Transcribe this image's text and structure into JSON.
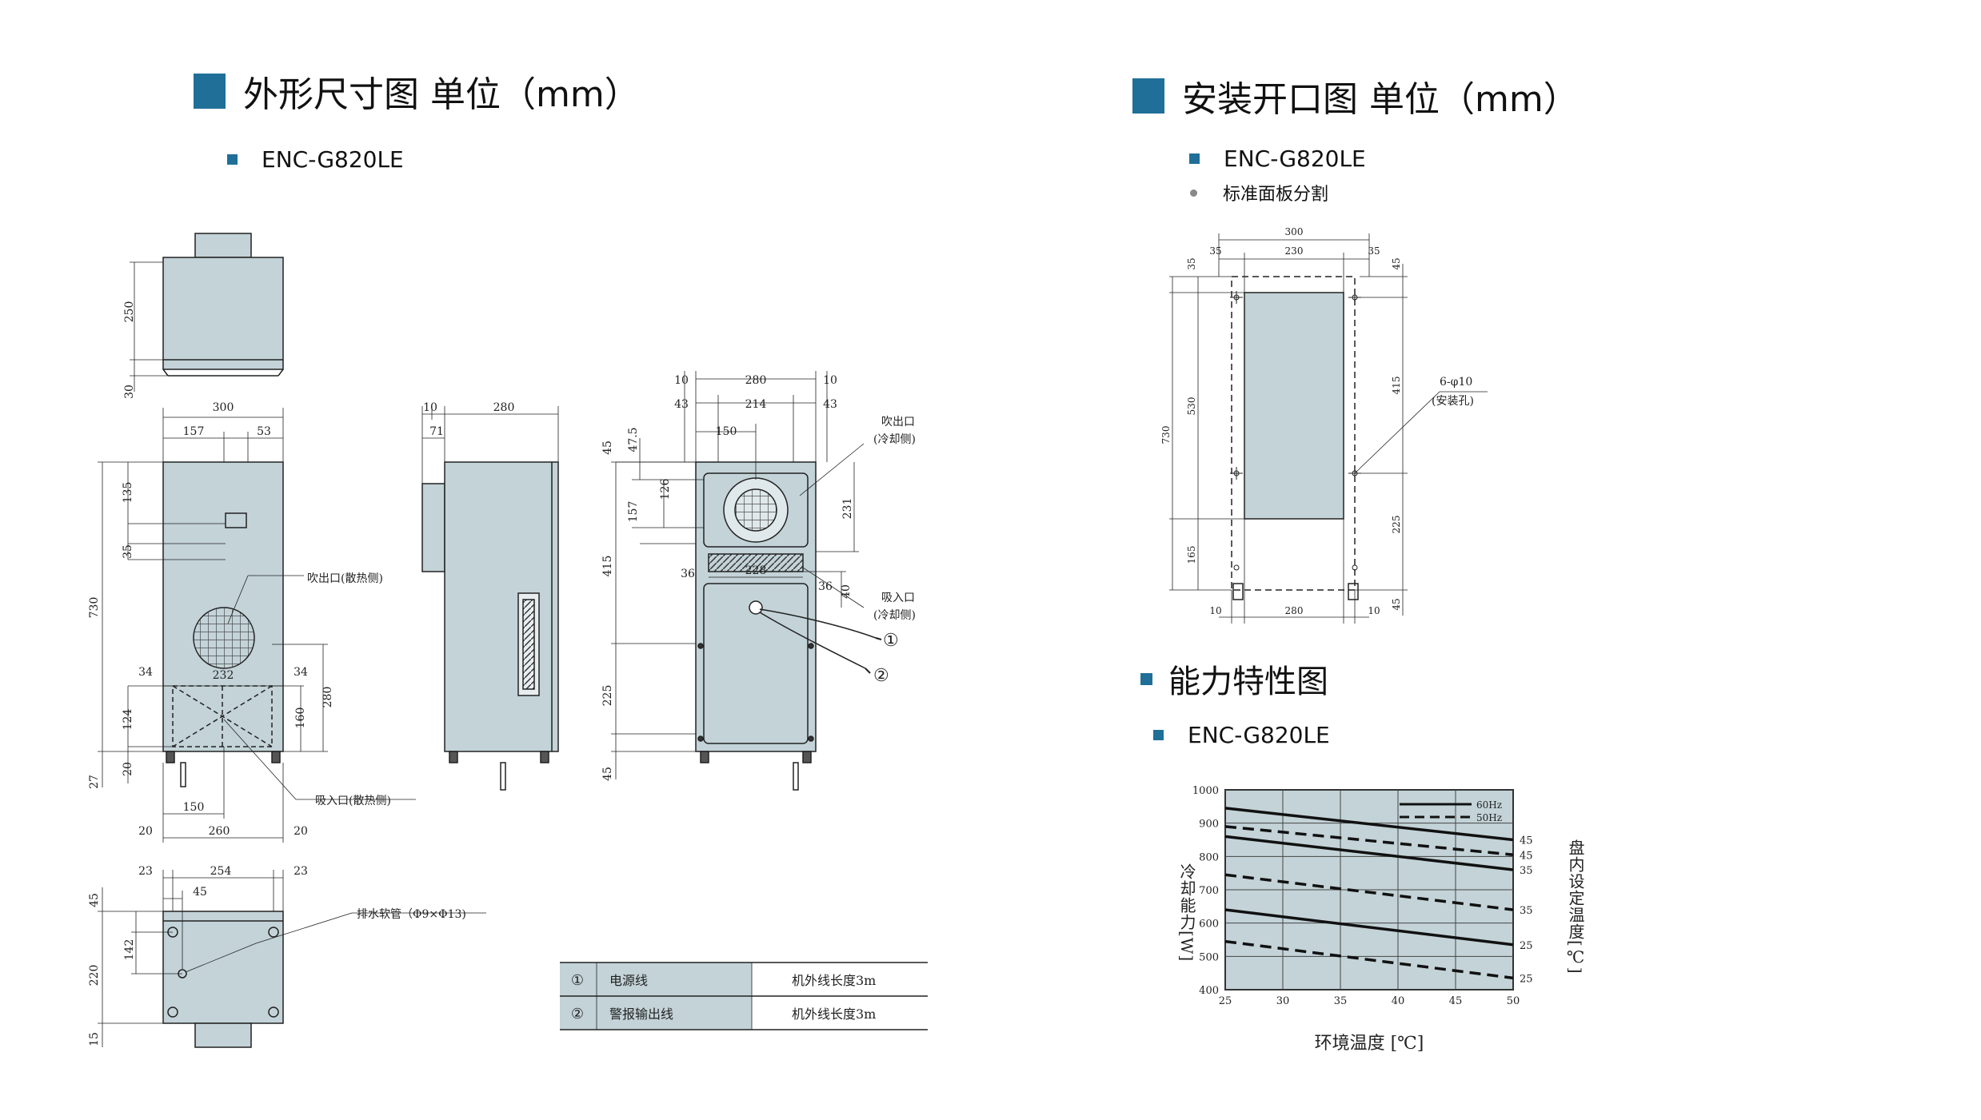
{
  "left": {
    "title": "外形尺寸图 单位（mm）",
    "model": "ENC-G820LE"
  },
  "right": {
    "title": "安装开口图 单位（mm）",
    "model": "ENC-G820LE",
    "note": "标准面板分割",
    "hole_label": "6-φ10",
    "hole_sub": "(安装孔)"
  },
  "capacity": {
    "title": "能力特性图",
    "model": "ENC-G820LE"
  },
  "labels": {
    "hot_out": "吹出口(散热侧)",
    "hot_in": "吸入口(散热侧)",
    "cold_out_1": "吹出口",
    "cold_out_2": "(冷却侧)",
    "cold_in_1": "吸入口",
    "cold_in_2": "(冷却侧)",
    "drain": "排水软管（Φ9×Φ13)",
    "c1": "①",
    "c2": "②"
  },
  "dims": {
    "top_250": "250",
    "top_30": "30",
    "f_300": "300",
    "f_157": "157",
    "f_53": "53",
    "f_135": "135",
    "f_35": "35",
    "f_730": "730",
    "f_27": "27",
    "f_34a": "34",
    "f_232": "232",
    "f_34b": "34",
    "f_124": "124",
    "f_20v": "20",
    "f_160": "160",
    "f_280v": "280",
    "f_150": "150",
    "f_20a": "20",
    "f_260": "260",
    "f_20b": "20",
    "s_10": "10",
    "s_280": "280",
    "s_71": "71",
    "b_10a": "10",
    "b_280": "280",
    "b_10b": "10",
    "b_43a": "43",
    "b_214": "214",
    "b_43b": "43",
    "b_150": "150",
    "b_45": "45",
    "b_475": "47.5",
    "b_126": "126",
    "b_157": "157",
    "b_231": "231",
    "b_415": "415",
    "b_36a": "36",
    "b_228": "228",
    "b_36b": "36",
    "b_40": "40",
    "b_225": "225",
    "b_45b": "45",
    "bt_23a": "23",
    "bt_254": "254",
    "bt_23b": "23",
    "bt_45h": "45",
    "bt_45v": "45",
    "bt_142": "142",
    "bt_220": "220",
    "bt_15": "15",
    "m_300": "300",
    "m_35a": "35",
    "m_230": "230",
    "m_35b": "35",
    "m_35v": "35",
    "m_45v": "45",
    "m_730": "730",
    "m_530": "530",
    "m_165": "165",
    "m_415": "415",
    "m_225": "225",
    "m_45b": "45",
    "m_10a": "10",
    "m_280": "280",
    "m_10b": "10"
  },
  "cable_table": {
    "rows": [
      {
        "num": "①",
        "name": "电源线",
        "len": "机外线长度3m"
      },
      {
        "num": "②",
        "name": "警报输出线",
        "len": "机外线长度3m"
      }
    ]
  },
  "chart_data": {
    "type": "line",
    "x": [
      25,
      30,
      35,
      40,
      45,
      50
    ],
    "xlabel": "环境温度 [℃]",
    "ylabel": "冷却能力[W]",
    "y2label": "盘内设定温度[℃]",
    "xlim": [
      25,
      50
    ],
    "ylim": [
      400,
      1000
    ],
    "yticks": [
      400,
      500,
      600,
      700,
      800,
      900,
      1000
    ],
    "legend": [
      "60Hz",
      "50Hz"
    ],
    "legend_position": "top-right",
    "grid": true,
    "series": [
      {
        "name": "60Hz",
        "label": "45",
        "dashed": false,
        "points": [
          [
            25,
            945
          ],
          [
            50,
            850
          ]
        ]
      },
      {
        "name": "50Hz",
        "label": "45",
        "dashed": true,
        "points": [
          [
            25,
            890
          ],
          [
            50,
            805
          ]
        ]
      },
      {
        "name": "60Hz",
        "label": "35",
        "dashed": false,
        "points": [
          [
            25,
            860
          ],
          [
            50,
            760
          ]
        ]
      },
      {
        "name": "50Hz",
        "label": "35",
        "dashed": true,
        "points": [
          [
            25,
            745
          ],
          [
            50,
            640
          ]
        ]
      },
      {
        "name": "60Hz",
        "label": "25",
        "dashed": false,
        "points": [
          [
            25,
            640
          ],
          [
            50,
            535
          ]
        ]
      },
      {
        "name": "50Hz",
        "label": "25",
        "dashed": true,
        "points": [
          [
            25,
            545
          ],
          [
            50,
            435
          ]
        ]
      }
    ]
  }
}
